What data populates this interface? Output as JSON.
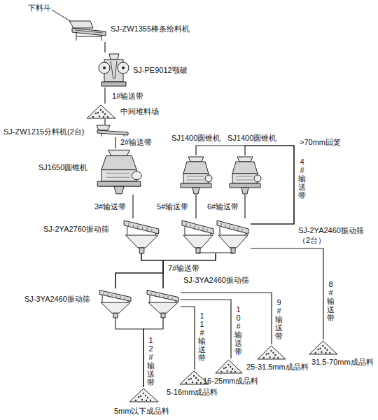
{
  "diagram": {
    "nodes": [
      {
        "text": [
          "SJ-ZW1355棒条给料机"
        ]
      },
      {
        "text": [
          "SJ-PE9012颚破"
        ]
      },
      {
        "text": [
          "中间堆料场"
        ]
      },
      {
        "text": [
          "SJ-ZW1215分料机(2台)"
        ]
      },
      {
        "text": [
          "SJ1650圆锥机"
        ]
      },
      {
        "text": [
          "SJ1400圆锥机"
        ]
      },
      {
        "text": [
          "SJ1400圆锥机"
        ]
      },
      {
        "text": [
          "SJ-2YA2760振动筛"
        ]
      },
      {
        "text": [
          "SJ-2YA2460振动筛（2台）"
        ]
      },
      {
        "text": [
          "SJ-3YA2460振动筛"
        ]
      },
      {
        "text": [
          "SJ-3YA2460振动筛"
        ]
      },
      {
        "text": [
          "5mm以下成品料"
        ]
      },
      {
        "text": [
          "5-16mm成品料"
        ]
      },
      {
        "text": [
          "16-25mm成品料"
        ]
      },
      {
        "text": [
          "25-31.5mm成品料"
        ]
      },
      {
        "text": [
          "31.5-70mm成品料"
        ]
      }
    ],
    "edges": [
      {
        "from": 0,
        "to": 1,
        "arrow": "none"
      },
      {
        "from": 1,
        "to": 2,
        "label": "1#输送带",
        "arrow": "none"
      },
      {
        "from": 2,
        "to": 3,
        "arrow": "none"
      },
      {
        "from": 3,
        "to": 4,
        "label": "2#输送带",
        "arrow": "none"
      },
      {
        "from": 4,
        "to": 7,
        "label": "3#输送带",
        "arrow": "none"
      },
      {
        "from": 5,
        "to": 8,
        "label": "5#输送带",
        "arrow": "none"
      },
      {
        "from": 6,
        "to": 8,
        "label": "6#输送带",
        "arrow": "none"
      },
      {
        "from": 8,
        "to": 5,
        "arrow": "none"
      },
      {
        "from": 8,
        "to": 6,
        "label": "4#输送带",
        "arrow": "none"
      },
      {
        "from": 7,
        "to": 9,
        "label": "7#输送带",
        "arrow": "none"
      },
      {
        "from": 7,
        "to": 10,
        "arrow": "none"
      },
      {
        "from": 8,
        "to": 9,
        "arrow": "none"
      },
      {
        "from": 8,
        "to": 10,
        "arrow": "none"
      },
      {
        "from": 8,
        "to": 15,
        "label": "8#输送带",
        "arrow": "none"
      },
      {
        "from": 9,
        "to": 11,
        "label": "12#输送带",
        "arrow": "none"
      },
      {
        "from": 10,
        "to": 11,
        "arrow": "none"
      },
      {
        "from": 10,
        "to": 12,
        "label": "11#输送带",
        "arrow": "none"
      },
      {
        "from": 10,
        "to": 13,
        "label": "10#输送带",
        "arrow": "none"
      },
      {
        "from": 10,
        "to": 14,
        "label": "9#输送带",
        "arrow": "none"
      }
    ],
    "labels": [
      "下料斗",
      ">70mm回笼"
    ]
  }
}
